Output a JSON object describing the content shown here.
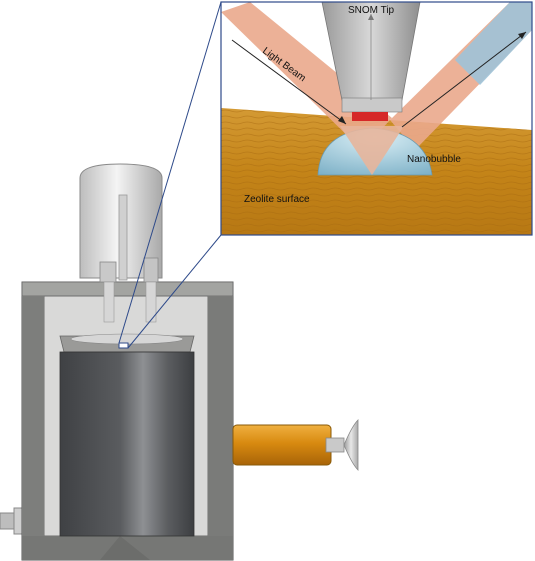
{
  "labels": {
    "tip": "SNOM Tip",
    "beam": "Light Beam",
    "bubble": "Nanobubble",
    "surface": "Zeolite surface"
  },
  "colors": {
    "surface": "#c98a1e",
    "surface_dark": "#a76a12",
    "beam": "#e8a38a",
    "beam_blue": "#9fc3d8",
    "tip_red": "#d62828",
    "housing": "#8a8a88",
    "housing_dark": "#6f706e",
    "cylinder_dark": "#55575a",
    "orange_rod": "#d88a10",
    "callout_line": "#2e4a8a"
  }
}
